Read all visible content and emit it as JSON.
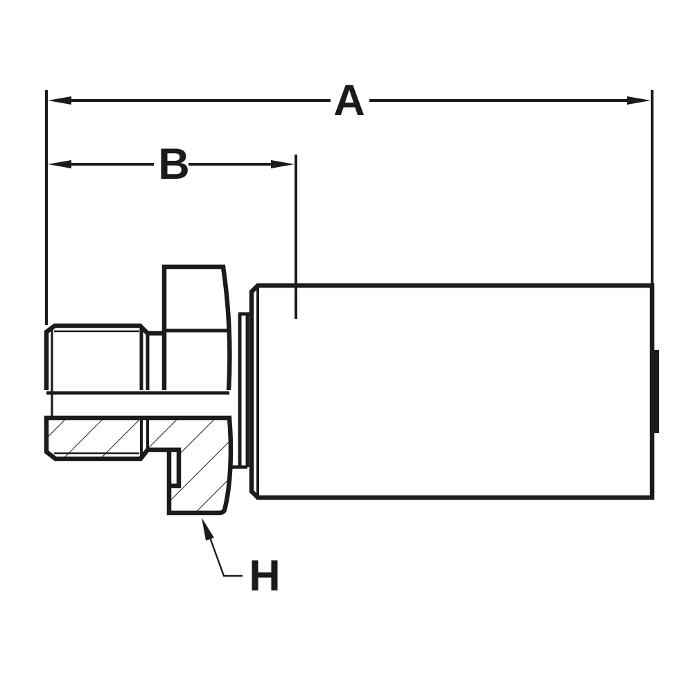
{
  "drawing": {
    "labels": {
      "dimension_a": "A",
      "dimension_b": "B",
      "dimension_h": "H"
    },
    "colors": {
      "line": "#1b1b1b",
      "background": "#ffffff"
    }
  }
}
